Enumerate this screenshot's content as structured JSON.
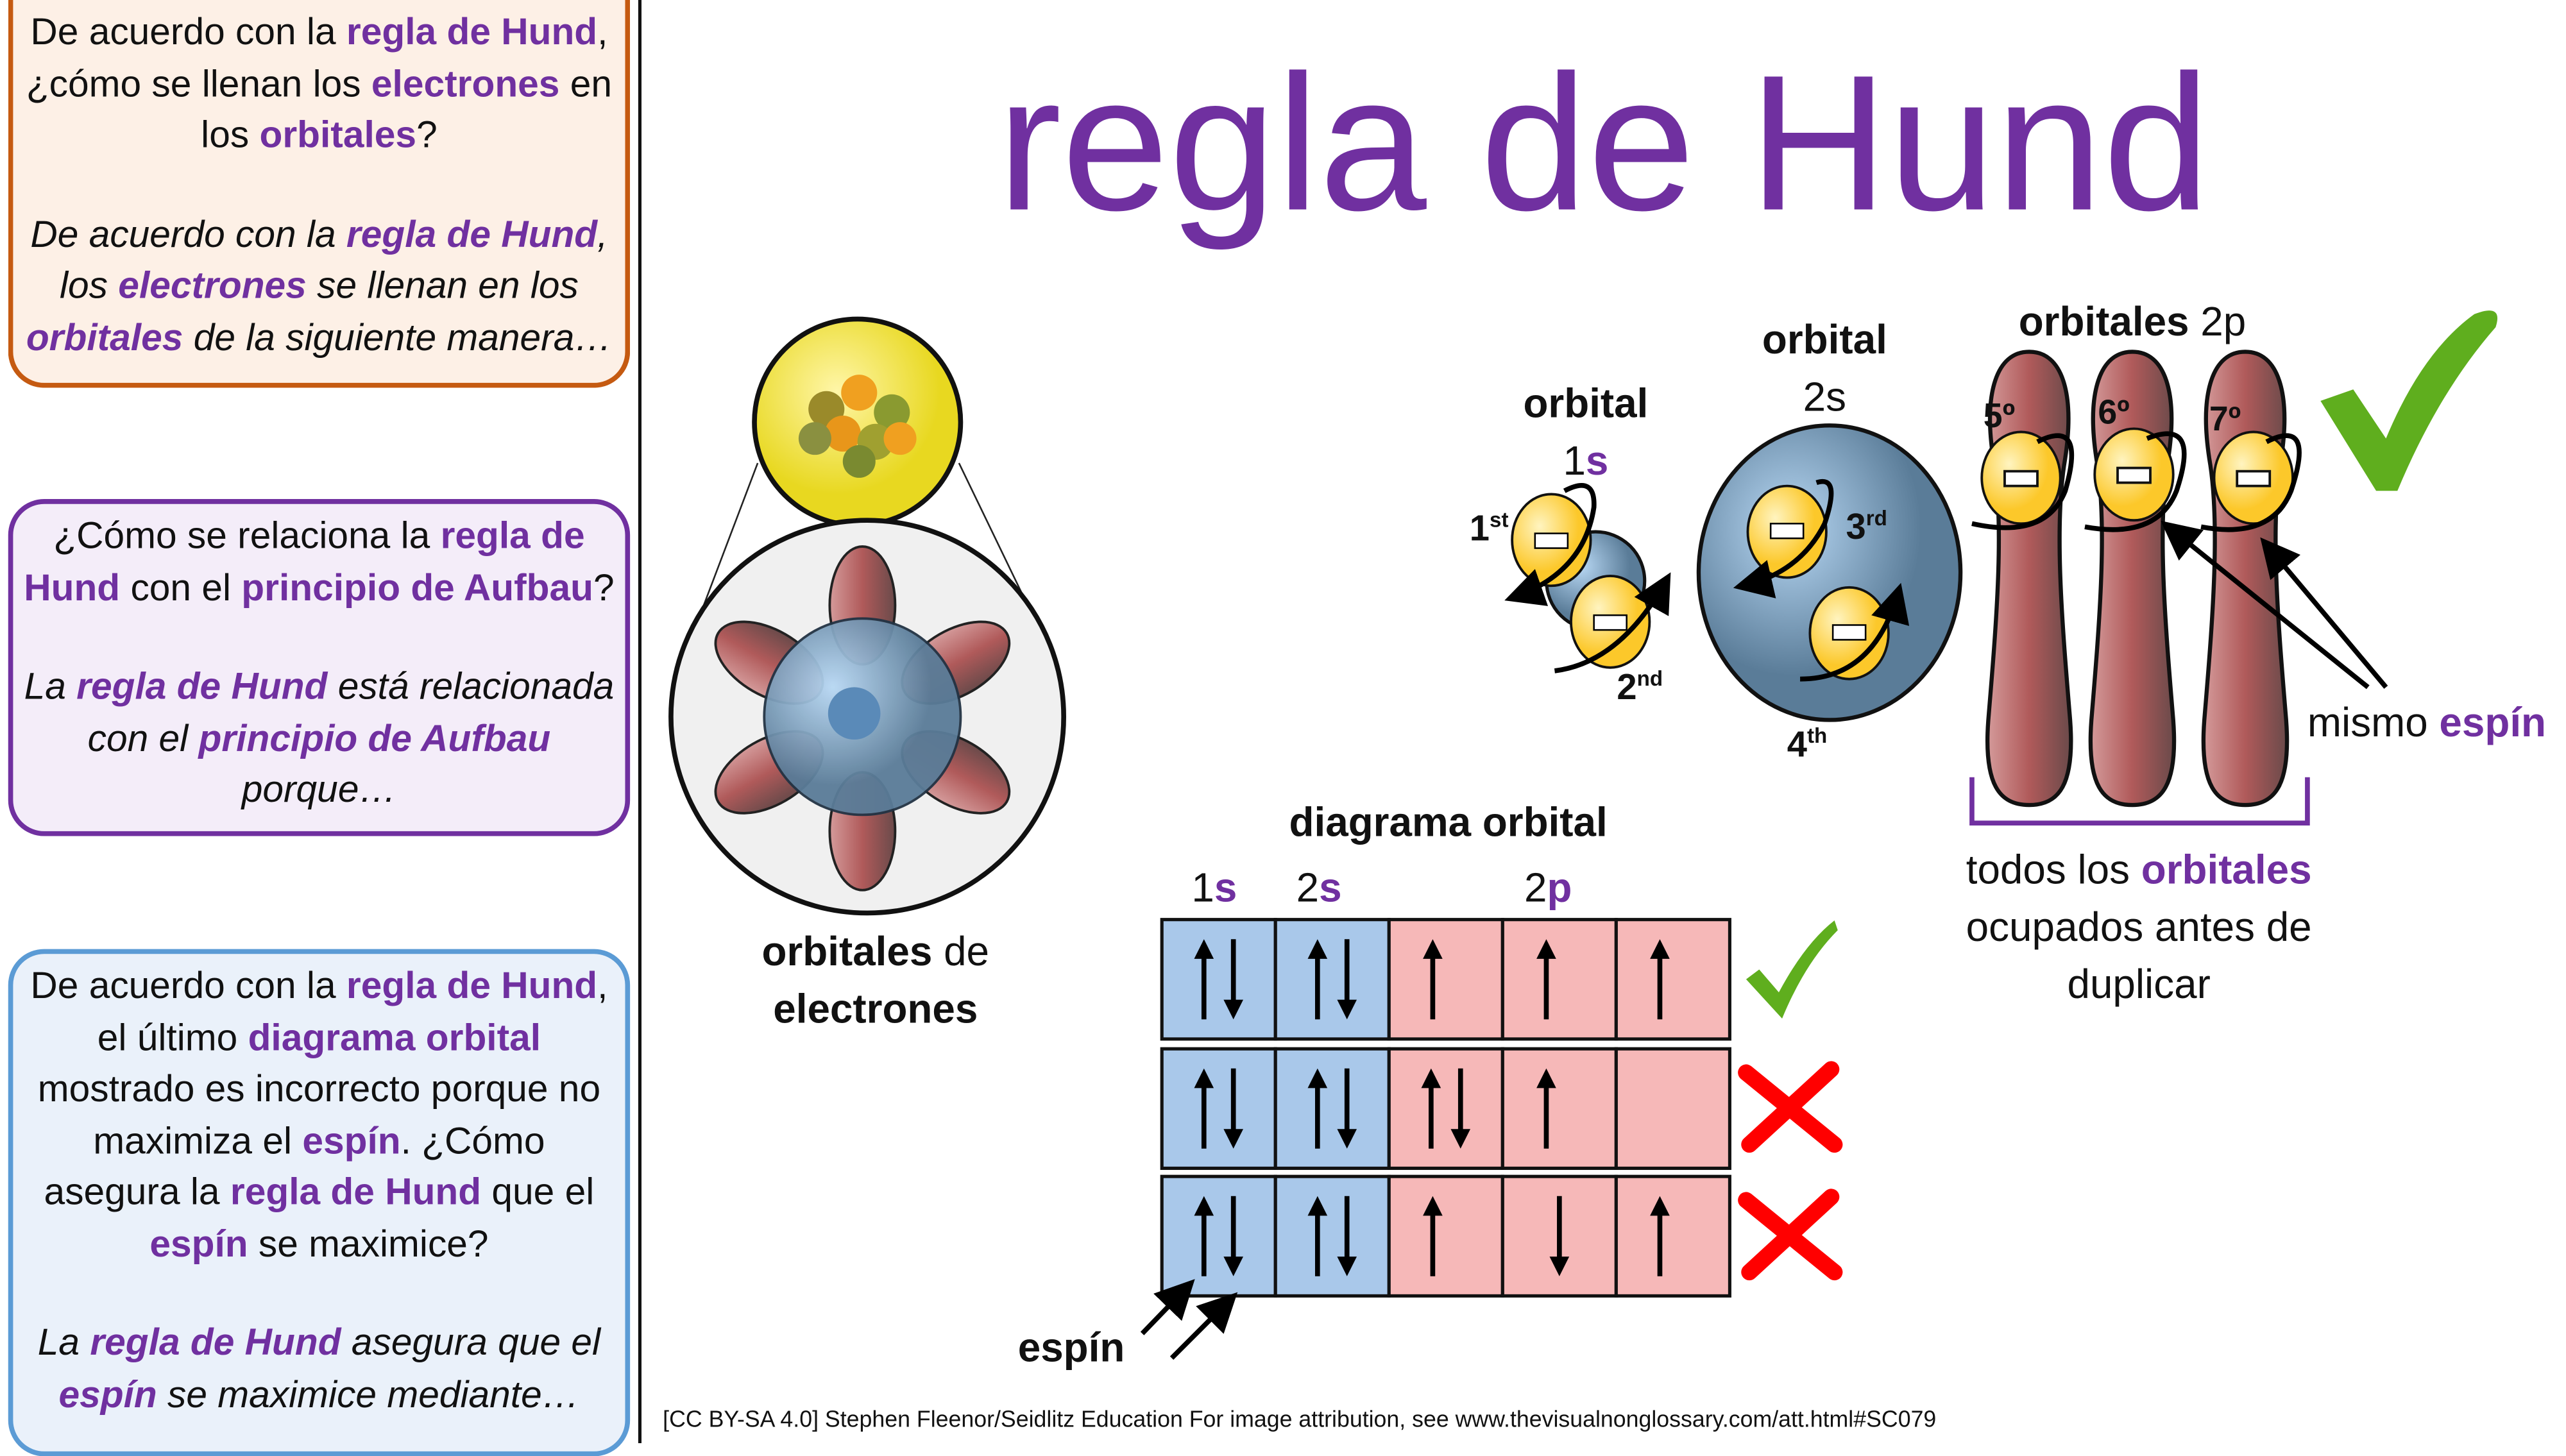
{
  "title": "regla de Hund",
  "panels": [
    {
      "question": [
        "De acuerdo con la ",
        "regla de Hund",
        ", ¿cómo se llenan los ",
        "electrones",
        " en los ",
        "orbitales",
        "?"
      ],
      "answer": [
        "De acuerdo con la ",
        "regla de Hund",
        ", los ",
        "electrones",
        " se llenan en los ",
        "orbitales",
        " de la siguiente manera…"
      ]
    },
    {
      "question": [
        "¿Cómo se relaciona la ",
        "regla de Hund",
        " con el ",
        "principio de Aufbau",
        "?"
      ],
      "answer": [
        "La ",
        "regla de Hund",
        " está relacionada con el ",
        "principio de Aufbau",
        " porque…"
      ]
    },
    {
      "question": [
        "De acuerdo con la ",
        "regla de Hund",
        ", el último ",
        "diagrama orbital",
        " mostrado es incorrecto porque no maximiza el ",
        "espín",
        ". ¿Cómo asegura la ",
        "regla de Hund",
        " que el ",
        "espín",
        " se maximice?"
      ],
      "answer": [
        "La ",
        "regla de Hund",
        " asegura que el ",
        "espín",
        " se maximice mediante…"
      ]
    }
  ],
  "atom": {
    "label_a": "orbitales",
    "label_b": " de",
    "label_c": "electrones"
  },
  "orbital_1s": {
    "label": "orbital",
    "num": "1",
    "letter": "s",
    "first": "1",
    "first_sup": "st",
    "second": "2",
    "second_sup": "nd"
  },
  "orbital_2s": {
    "label": "orbital",
    "name": "2s",
    "third": "3",
    "third_sup": "rd",
    "fourth": "4",
    "fourth_sup": "th"
  },
  "orbitals_2p": {
    "label_a": "orbitales",
    "label_b": " 2p",
    "order": [
      "5º",
      "6º",
      "7º"
    ],
    "same_spin_a": "mismo ",
    "same_spin_b": "espín"
  },
  "fill_note": {
    "line1a": "todos los ",
    "line1b": "orbitales",
    "line2": "ocupados antes de",
    "line3": "duplicar"
  },
  "diagram": {
    "title": "diagrama orbital",
    "h1s_a": "1",
    "h1s_b": "s",
    "h2s_a": "2",
    "h2s_b": "s",
    "h2p_a": "2",
    "h2p_b": "p",
    "rows": [
      {
        "cells": [
          "ud",
          "ud",
          "u",
          "u",
          "u"
        ],
        "valid": true
      },
      {
        "cells": [
          "ud",
          "ud",
          "ud",
          "u",
          ""
        ],
        "valid": false
      },
      {
        "cells": [
          "ud",
          "ud",
          "u",
          "d",
          "u"
        ],
        "valid": false
      }
    ],
    "spin_label": "espín"
  },
  "colors": {
    "purple": "#7030a0",
    "blue_cell": "#a9c8ea",
    "pink_cell": "#f6b8b8",
    "check": "#5fae1e",
    "cross": "#ff0000"
  },
  "attribution": "[CC BY-SA 4.0] Stephen Fleenor/Seidlitz Education For image attribution, see www.thevisualnonglossary.com/att.html#SC079"
}
